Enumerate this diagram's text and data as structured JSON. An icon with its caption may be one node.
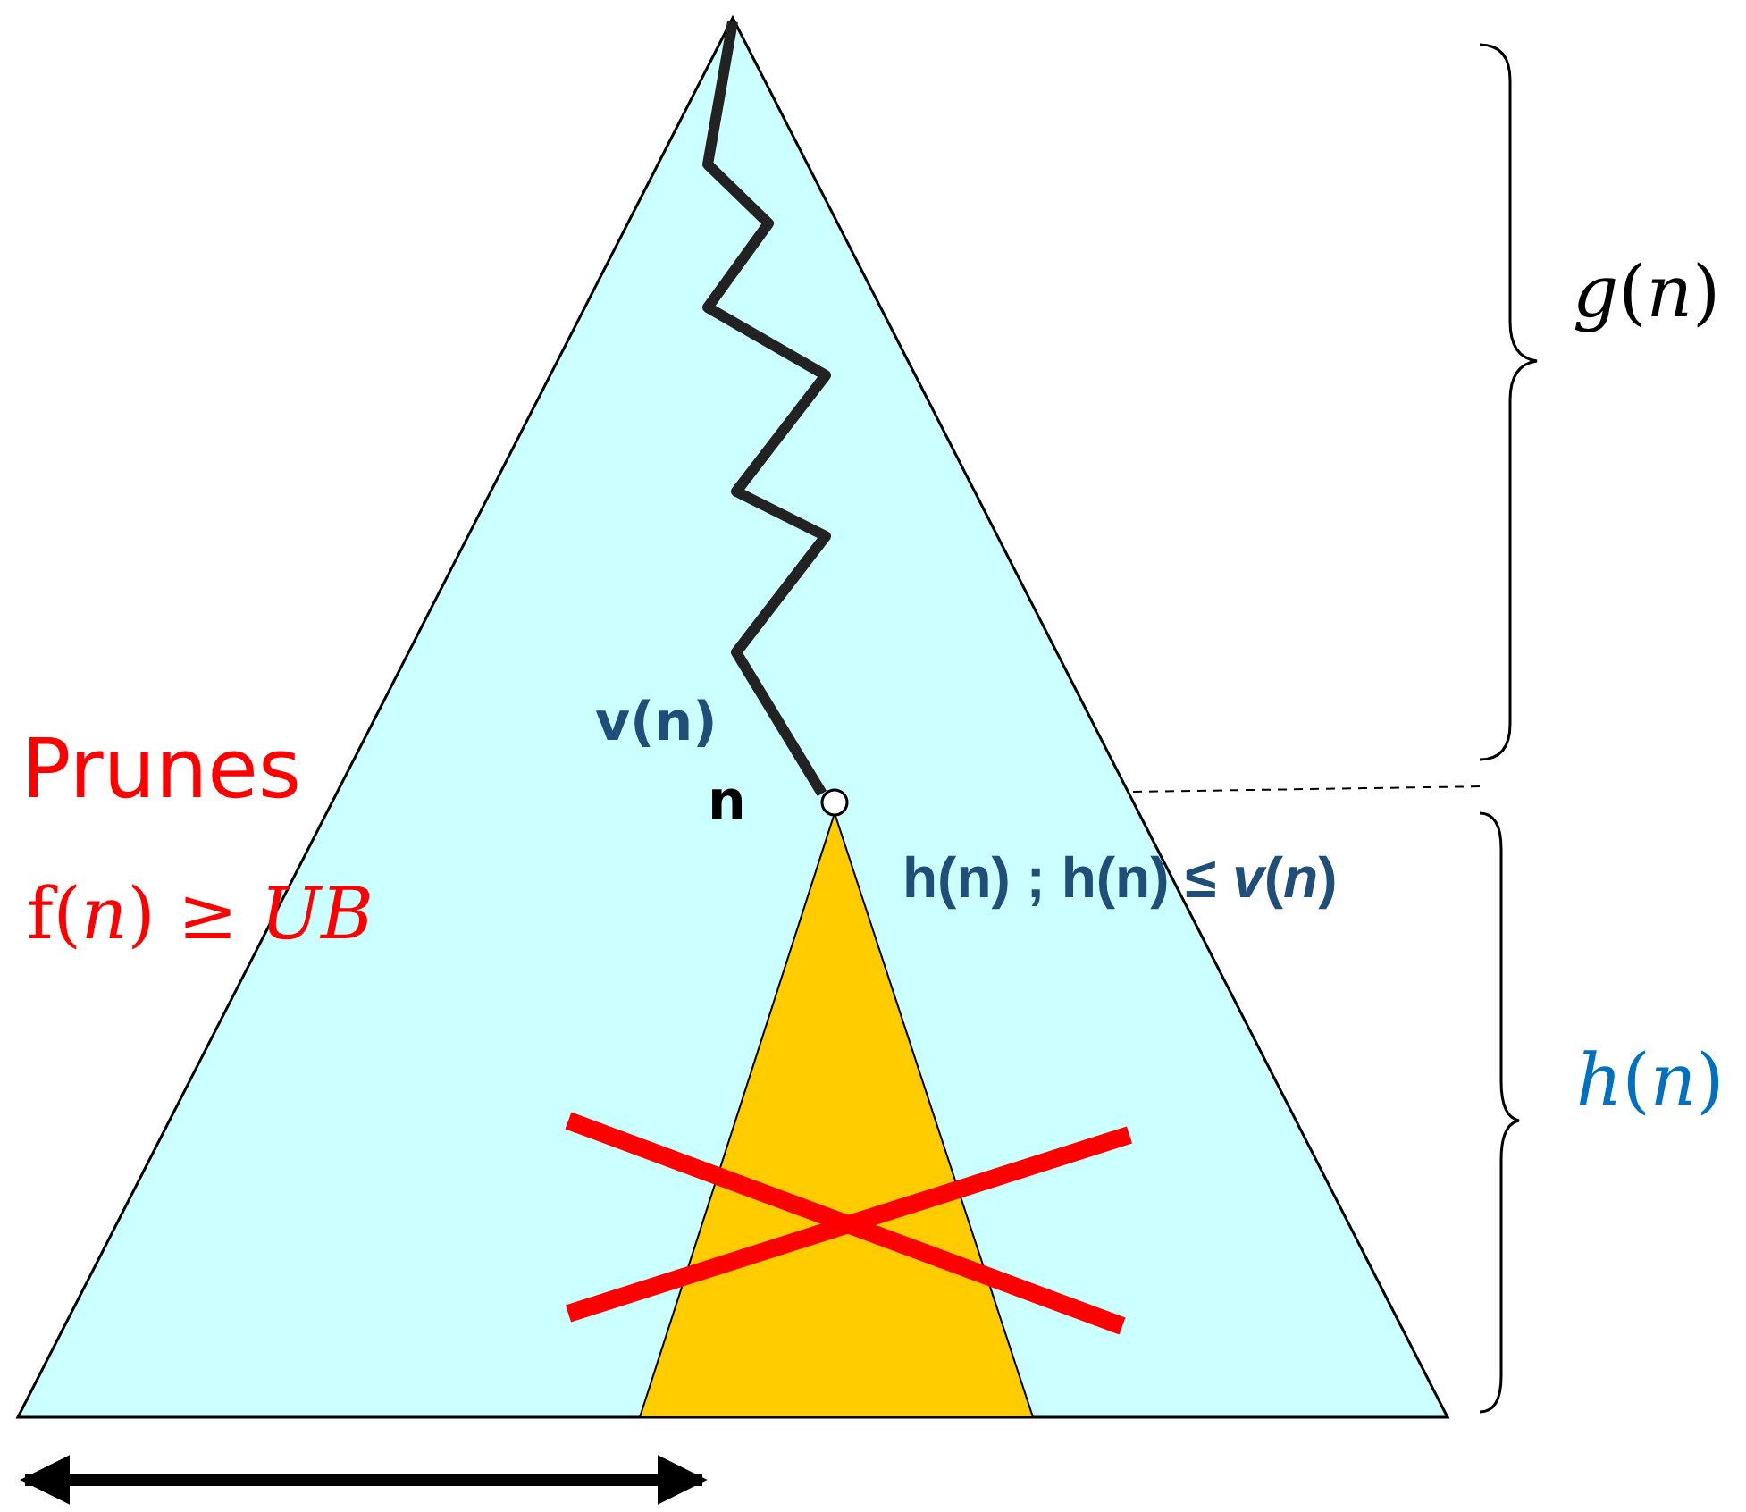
{
  "diagram": {
    "labels": [
      "*g*(*n*)",
      "v(n)",
      "Prunes",
      "n",
      "h(n) ; h(n) ≤ *v*(*n*)",
      "f(*n*) ≥ *UB*",
      "*h*(*n*)"
    ]
  }
}
